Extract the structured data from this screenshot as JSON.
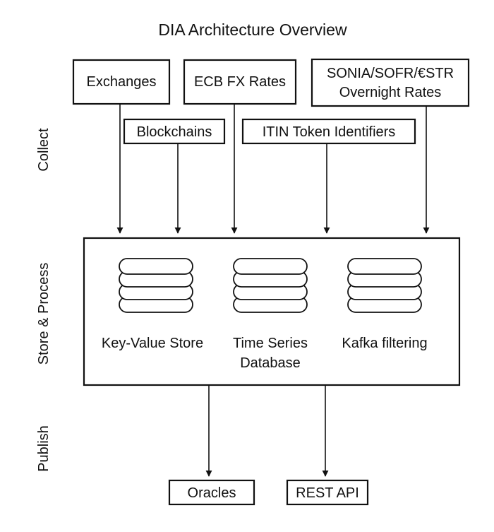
{
  "title": "DIA Architecture Overview",
  "phases": {
    "collect": "Collect",
    "store_process": "Store & Process",
    "publish": "Publish"
  },
  "sources": {
    "exchanges": "Exchanges",
    "ecb_fx_rates": "ECB FX Rates",
    "overnight_rates_line1": "SONIA/SOFR/€STR",
    "overnight_rates_line2": "Overnight Rates",
    "blockchains": "Blockchains",
    "itin": "ITIN Token Identifiers"
  },
  "storage": {
    "key_value": "Key-Value Store",
    "time_series_line1": "Time Series",
    "time_series_line2": "Database",
    "kafka": "Kafka filtering"
  },
  "outputs": {
    "oracles": "Oracles",
    "rest_api": "REST API"
  }
}
